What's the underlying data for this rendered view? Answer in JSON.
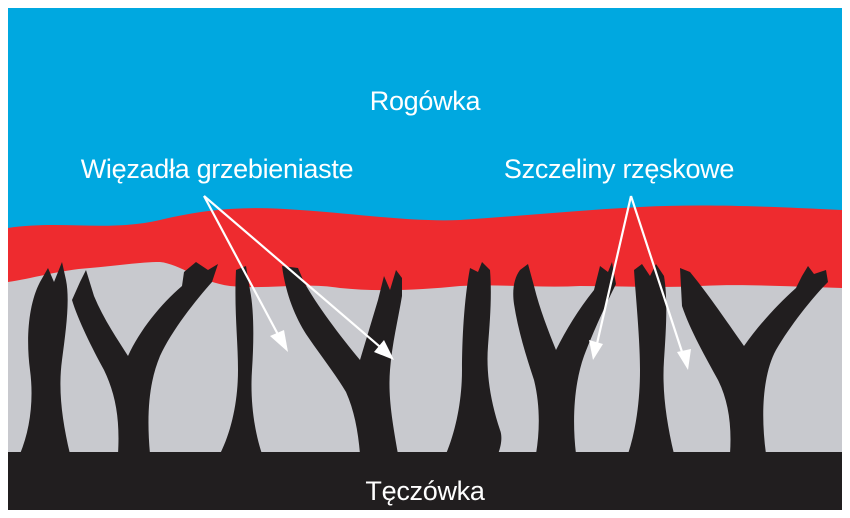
{
  "labels": {
    "cornea": "Rogówka",
    "pectinate_ligaments": "Więzadła grzebieniaste",
    "ciliary_clefts": "Szczeliny rzęskowe",
    "iris": "Tęczówka"
  },
  "colors": {
    "cornea": "#00a8e0",
    "band": "#ee2b2f",
    "spaces": "#c8c9ce",
    "iris": "#211e1f",
    "text": "#ffffff",
    "arrows": "#ffffff"
  }
}
